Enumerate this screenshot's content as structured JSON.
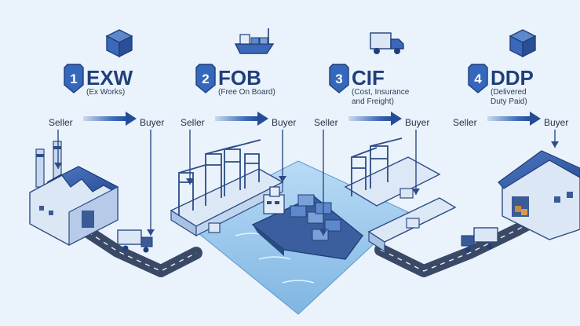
{
  "terms": [
    {
      "number": "1",
      "abbr": "EXW",
      "sub": [
        "(Ex Works)"
      ],
      "seller": "Seller",
      "buyer": "Buyer",
      "icon": "box-icon"
    },
    {
      "number": "2",
      "abbr": "FOB",
      "sub": [
        "(Free On Board)"
      ],
      "seller": "Seller",
      "buyer": "Buyer",
      "icon": "ship-icon"
    },
    {
      "number": "3",
      "abbr": "CIF",
      "sub": [
        "(Cost, Insurance",
        "and Freight)"
      ],
      "seller": "Seller",
      "buyer": "Buyer",
      "icon": "truck-icon"
    },
    {
      "number": "4",
      "abbr": "DDP",
      "sub": [
        "(Delivered",
        "Duty Paid)"
      ],
      "seller": "Seller",
      "buyer": "Buyer",
      "icon": "box-icon"
    }
  ],
  "colors": {
    "background": "#eaf2fb",
    "accent": "#2f5fae",
    "dark": "#1f3f7a",
    "water": "#9cc6ea",
    "road": "#3a4a66",
    "line": "#2c4c86"
  }
}
